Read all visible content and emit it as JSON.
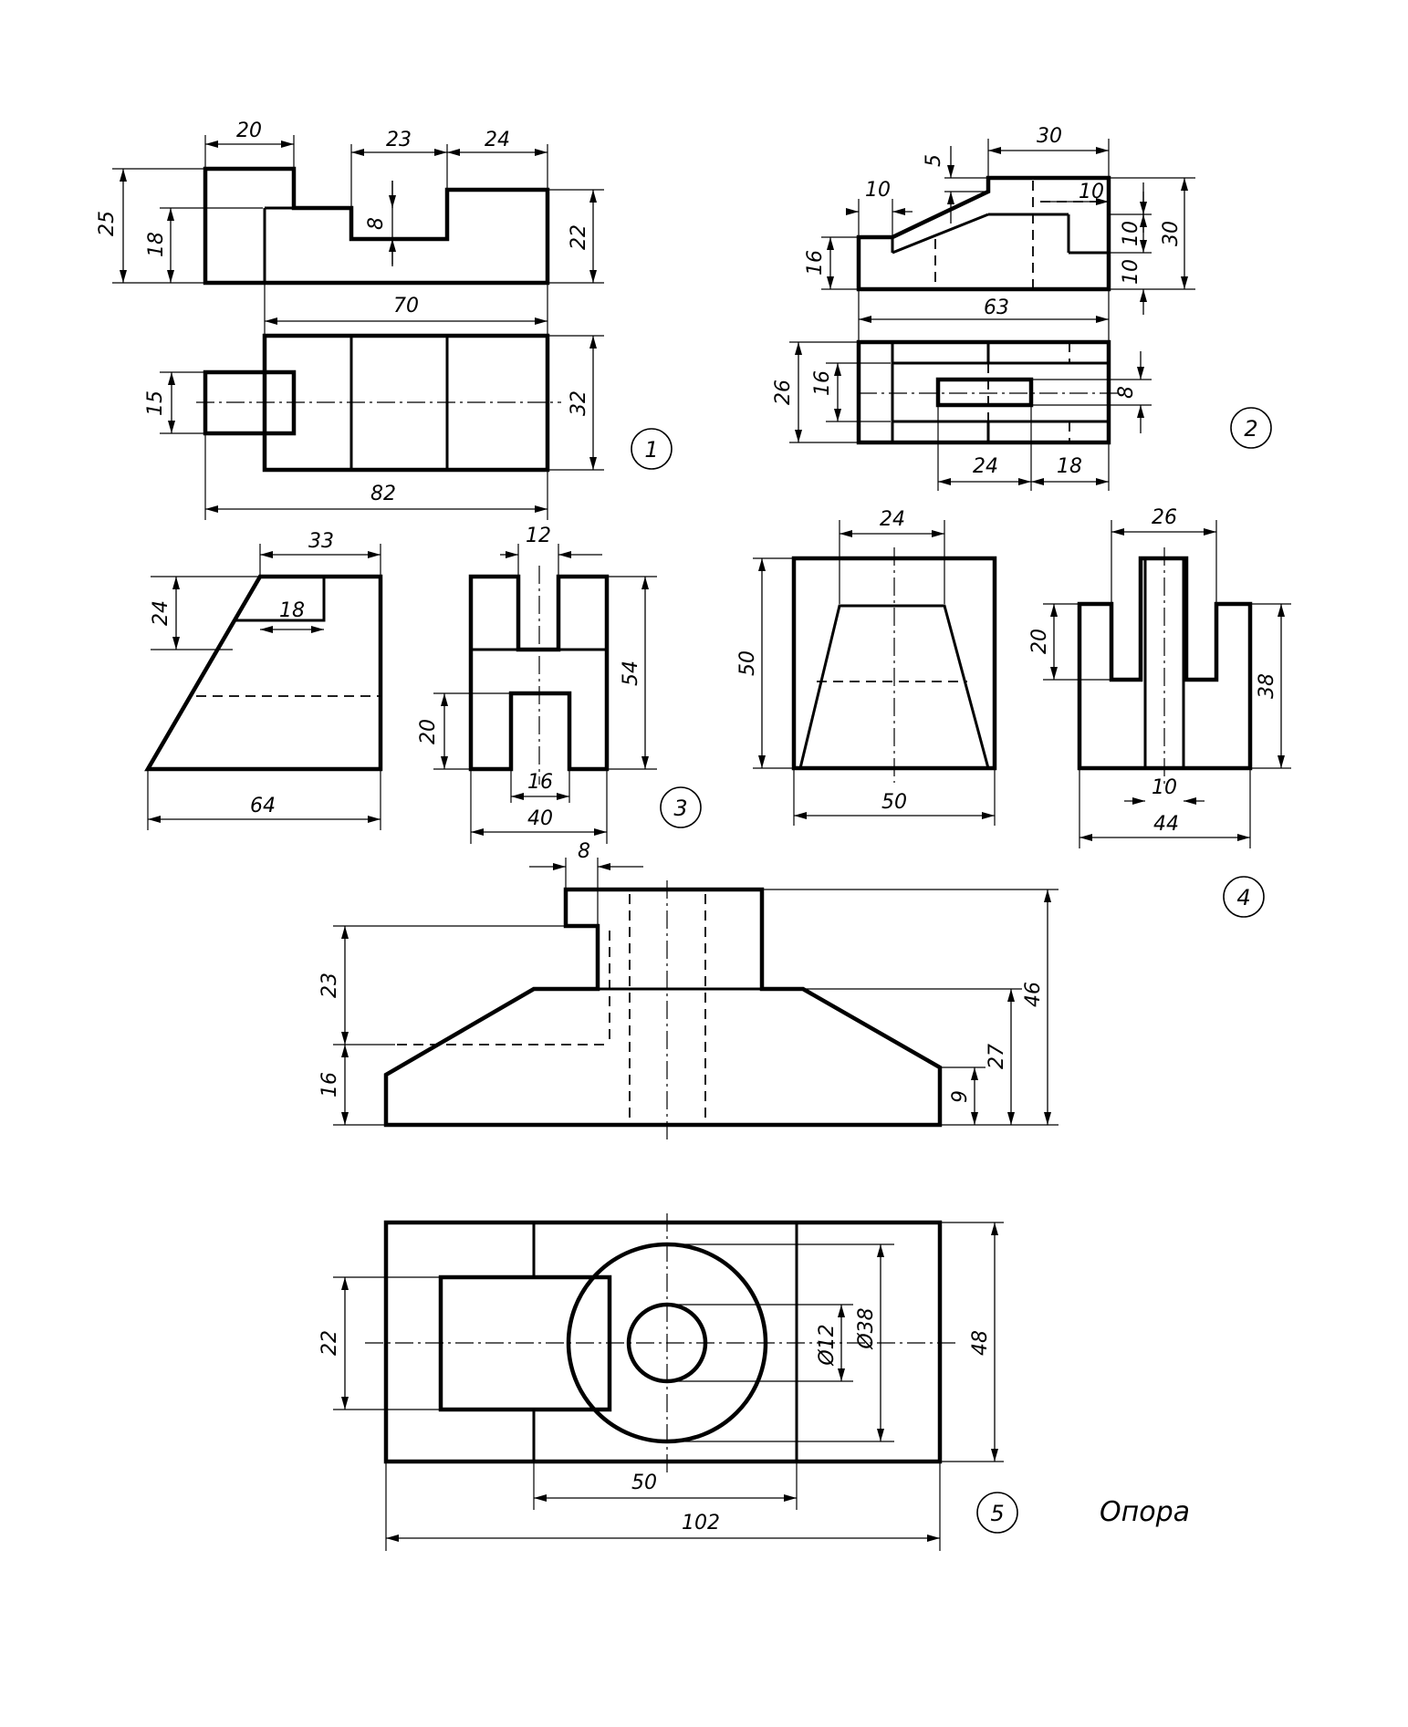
{
  "drawing": {
    "caption": "Опора",
    "figures": [
      "1",
      "2",
      "3",
      "4",
      "5"
    ],
    "dimensions": {
      "f1": [
        "20",
        "23",
        "24",
        "25",
        "18",
        "8",
        "22",
        "70",
        "15",
        "32",
        "82"
      ],
      "f2": [
        "30",
        "5",
        "10",
        "10",
        "10",
        "30",
        "16",
        "10",
        "63",
        "26",
        "16",
        "8",
        "24",
        "18"
      ],
      "f3": [
        "33",
        "24",
        "18",
        "64",
        "12",
        "54",
        "20",
        "16",
        "40"
      ],
      "f4": [
        "24",
        "50",
        "50",
        "26",
        "20",
        "38",
        "10",
        "44"
      ],
      "f5": [
        "8",
        "23",
        "16",
        "46",
        "27",
        "9",
        "22",
        "Ø12",
        "Ø38",
        "48",
        "50",
        "102"
      ]
    }
  }
}
